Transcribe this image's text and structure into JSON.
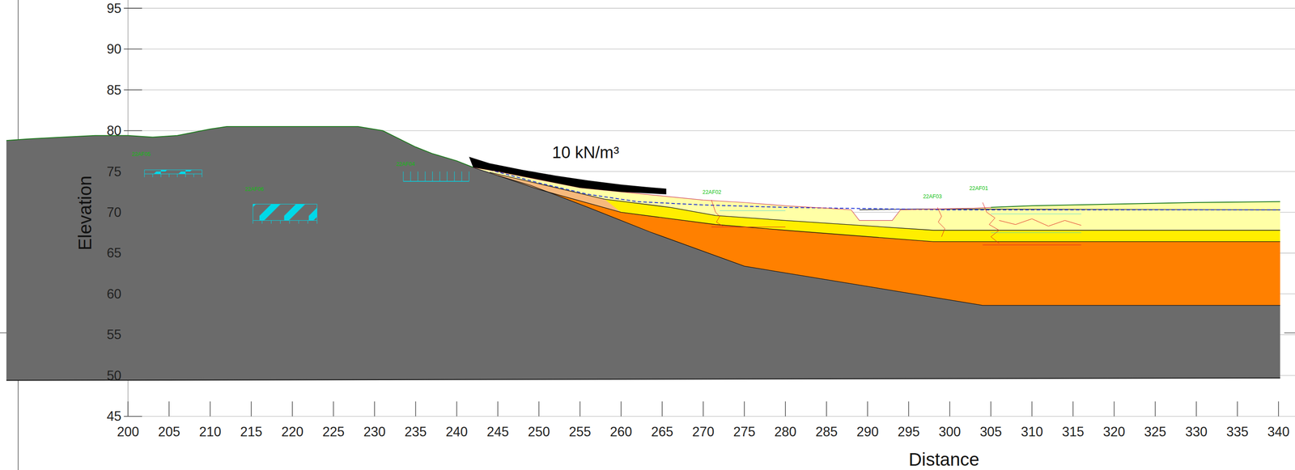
{
  "diagram": {
    "labels": [
      "95",
      "90",
      "85",
      "80",
      "75",
      "70",
      "65",
      "60",
      "55",
      "50",
      "45",
      "200",
      "205",
      "210",
      "215",
      "220",
      "225",
      "230",
      "235",
      "240",
      "245",
      "250",
      "255",
      "260",
      "265",
      "270",
      "275",
      "280",
      "285",
      "290",
      "295",
      "300",
      "305",
      "310",
      "315",
      "320",
      "325",
      "330",
      "335",
      "340",
      "Elevation",
      "Distance",
      "10 kN/m³",
      "22AF05",
      "22AF06",
      "22AF04",
      "22AF02",
      "22AF03",
      "22AF01"
    ]
  }
}
